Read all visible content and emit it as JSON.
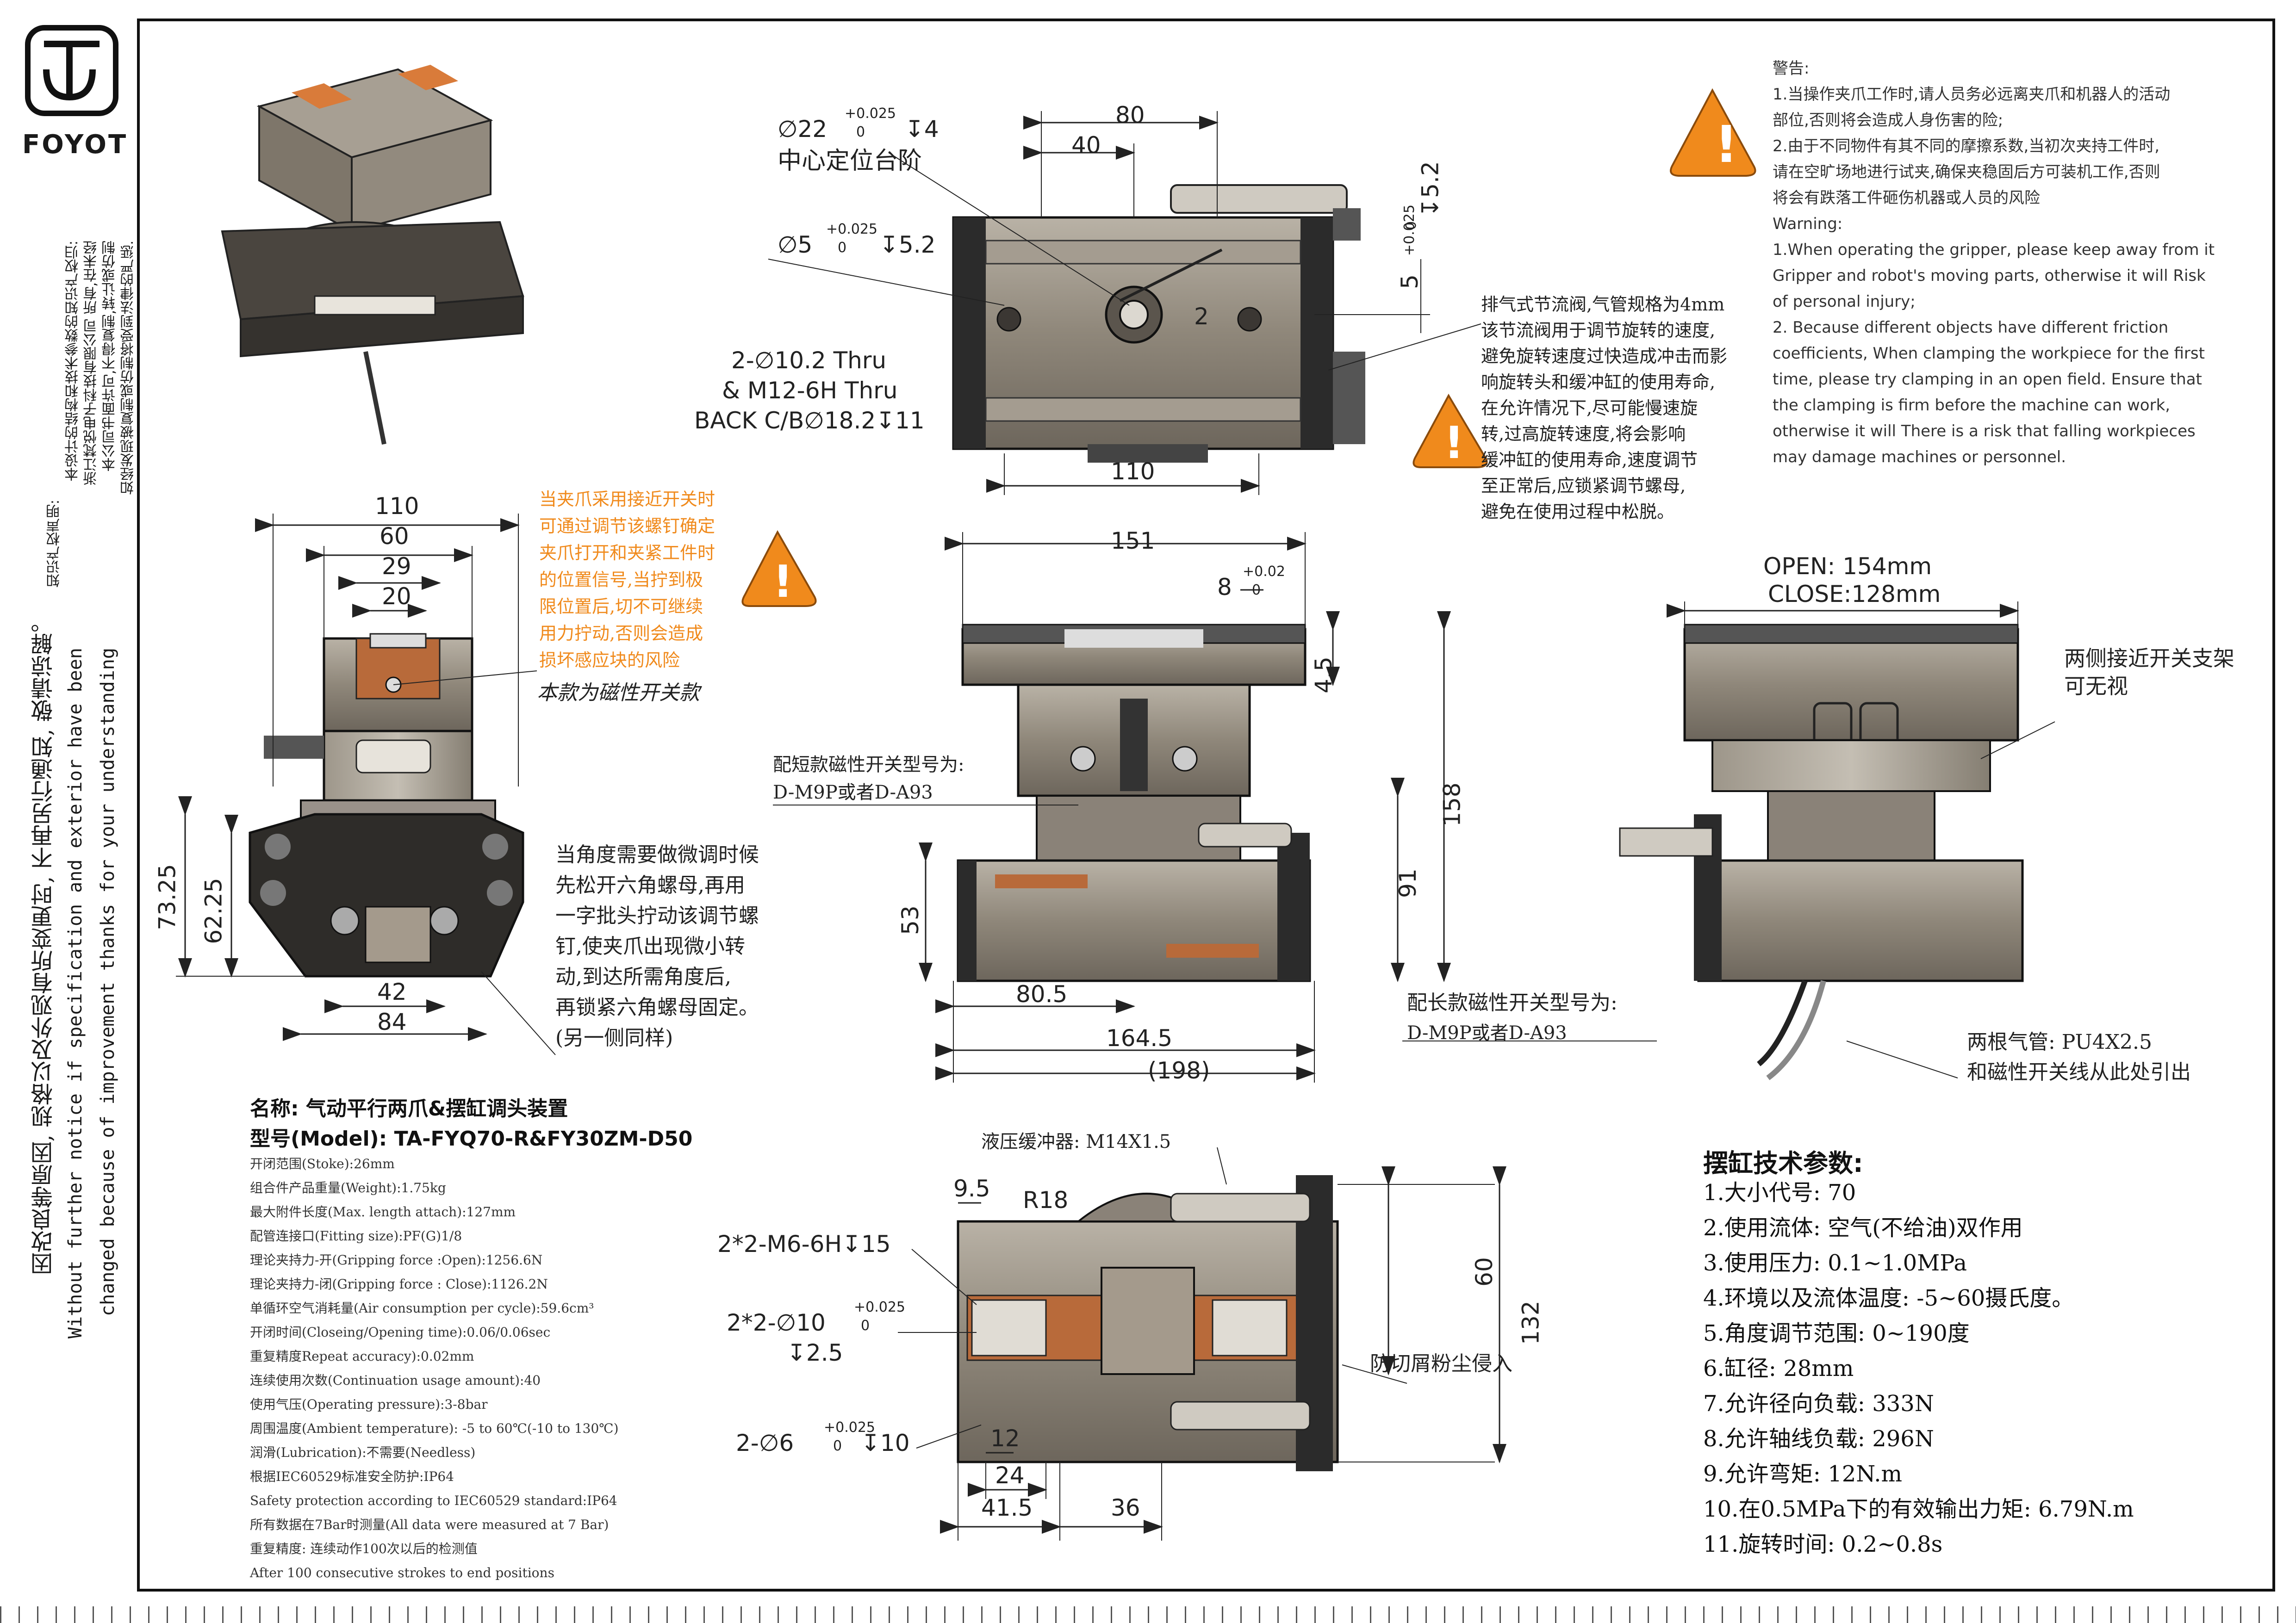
{
  "brand": {
    "name": "FOYOT"
  },
  "ip_notice": [
    "知识产权声明:",
    "本设计的结构和技术参数的知识产权归:",
    "浙江梵悦电子科技有限公司 所有,在未经",
    "本公司书面许可,不得复制,转让或仿制",
    "如经发现被复制或仿制将受到法律的严惩."
  ],
  "change_notice": {
    "cn": "因改良等原因, 规格以及外观有所变更时, 不再另行通知, 敬请谅解。",
    "en1": "Without further  notice if specification and exterior have been",
    "en2": "changed because of improvement thanks for your understanding"
  },
  "top_view": {
    "d22": "∅22",
    "d22_tol_top": "+0.025",
    "d22_tol_bot": "0",
    "d22_depth": "↧4",
    "center_step": "中心定位台阶",
    "d5": "∅5",
    "d5_tol_top": "+0.025",
    "d5_tol_bot": "0",
    "d5_depth": "↧5.2",
    "holes1": "2-∅10.2 Thru",
    "holes2": "& M12-6H Thru",
    "holes3": "BACK C/B∅18.2↧11",
    "w80": "80",
    "w40": "40",
    "w110": "110",
    "v5": "5",
    "v5_tol_top": "+0.025",
    "v5_tol_bot": "0",
    "v52": "↧5.2",
    "mark2": "2"
  },
  "exhaust_note": [
    "排气式节流阀,气管规格为4mm",
    "该节流阀用于调节旋转的速度,",
    "避免旋转速度过快造成冲击而影",
    "响旋转头和缓冲缸的使用寿命,",
    "在允许情况下,尽可能慢速旋",
    "转,过高旋转速度,将会影响",
    "缓冲缸的使用寿命,速度调节",
    "至正常后,应锁紧调节螺母,",
    "避免在使用过程中松脱。"
  ],
  "warning": {
    "title": "警告:",
    "cn1": "1.当操作夹爪工作时,请人员务必远离夹爪和机器人的活动",
    "cn1b": "部位,否则将会造成人身伤害的险;",
    "cn2": "2.由于不同物件有其不同的摩擦系数,当初次夹持工件时,",
    "cn2b": "请在空旷场地进行试夹,确保夹稳固后方可装机工作,否则",
    "cn2c": "将会有跌落工件砸伤机器或人员的风险",
    "en_title": "Warning:",
    "en1": "1.When operating the gripper, please keep away from it",
    "en1b": "Gripper and robot's moving parts, otherwise it will Risk",
    "en1c": "of personal injury;",
    "en2": "2. Because different objects have different friction",
    "en2b": "coefficients, When clamping the workpiece for the first",
    "en2c": "time, please try clamping in an open field. Ensure that",
    "en2d": "the clamping is firm before the machine can work,",
    "en2e": "otherwise it will There is a risk that falling workpieces",
    "en2f": "may damage machines or personnel."
  },
  "side_view": {
    "w110": "110",
    "w60": "60",
    "w29": "29",
    "w20": "20",
    "h7325": "73.25",
    "h6225": "62.25",
    "w42": "42",
    "w84": "84",
    "sensor_note": [
      "当夹爪采用接近开关时",
      "可通过调节该螺钉确定",
      "夹爪打开和夹紧工件时",
      "的位置信号,当拧到极",
      "限位置后,切不可继续",
      "用力拧动,否则会造成",
      "损坏感应块的风险"
    ],
    "magnetic": "本款为磁性开关款",
    "angle_note": [
      "当角度需要做微调时候",
      "先松开六角螺母,再用",
      "一字批头拧动该调节螺",
      "钉,使夹爪出现微小转",
      "动,到达所需角度后,",
      "再锁紧六角螺母固定。",
      "(另一侧同样)"
    ]
  },
  "front_view": {
    "w151": "151",
    "w8": "8",
    "tol_top": "+0.02",
    "tol_bot": "0",
    "h45": "4.5",
    "short_switch1": "配短款磁性开关型号为:",
    "short_switch2": "D-M9P或者D-A93",
    "h158": "158",
    "h91": "91",
    "h53": "53",
    "w805": "80.5",
    "w1645": "164.5",
    "w198": "(198)",
    "long_switch1": "配长款磁性开关型号为:",
    "long_switch2": "D-M9P或者D-A93"
  },
  "right_view": {
    "open": "OPEN: 154mm",
    "close": "CLOSE:128mm",
    "bracket_note1": "两侧接近开关支架",
    "bracket_note2": "可无视",
    "tube1": "两根气管: PU4X2.5",
    "tube2": "和磁性开关线从此处引出"
  },
  "bottom_view": {
    "buffer": "液压缓冲器: M14X1.5",
    "w95": "9.5",
    "r18": "R18",
    "m6": "2*2-M6-6H↧15",
    "d10": "2*2-∅10",
    "d10_tol_top": "+0.025",
    "d10_tol_bot": "0",
    "d10_depth": "↧2.5",
    "d6": "2-∅6",
    "d6_tol_top": "+0.025",
    "d6_tol_bot": "0",
    "d6_depth": "↧10",
    "w12": "12",
    "w24": "24",
    "w415": "41.5",
    "w36": "36",
    "h60": "60",
    "h132": "132",
    "dust": "防切屑粉尘侵入"
  },
  "product": {
    "name": "名称: 气动平行两爪&摆缸调头装置",
    "model": "型号(Model): TA-FYQ70-R&FY30ZM-D50",
    "specs": [
      "开闭范围(Stoke):26mm",
      "组合件产品重量(Weight):1.75kg",
      "最大附件长度(Max. length attach):127mm",
      "配管连接口(Fitting size):PF(G)1/8",
      "理论夹持力-开(Gripping force :Open):1256.6N",
      "理论夹持力-闭(Gripping force : Close):1126.2N",
      "单循环空气消耗量(Air consumption per cycle):59.6cm³",
      "开闭时间(Closeing/Opening time):0.06/0.06sec",
      "重复精度Repeat accuracy):0.02mm",
      "连续使用次数(Continuation usage amount):40",
      "使用气压(Operating pressure):3-8bar",
      "周围温度(Ambient temperature): -5 to 60℃(-10 to 130℃)",
      "润滑(Lubrication):不需要(Needless)",
      "根据IEC60529标准安全防护:IP64",
      "Safety protection according to IEC60529 standard:IP64",
      "所有数据在7Bar时测量(All data were measured at 7 Bar)",
      "重复精度: 连续动作100次以后的检测值",
      "After 100 consecutive strokes to end positions"
    ]
  },
  "cylinder": {
    "title": "摆缸技术参数:",
    "items": [
      "1.大小代号: 70",
      "2.使用流体: 空气(不给油)双作用",
      "3.使用压力: 0.1~1.0MPa",
      "4.环境以及流体温度: -5~60摄氏度。",
      "5.角度调节范围: 0~190度",
      "6.缸径: 28mm",
      "7.允许径向负载: 333N",
      "8.允许轴线负载: 296N",
      "9.允许弯矩: 12N.m",
      "10.在0.5MPa下的有效输出力矩: 6.79N.m",
      "11.旋转时间: 0.2~0.8s"
    ]
  },
  "colors": {
    "orange": "#f08a1c",
    "metal": "#8d8477",
    "dark": "#2b2b2b",
    "copper": "#b86a3a"
  }
}
